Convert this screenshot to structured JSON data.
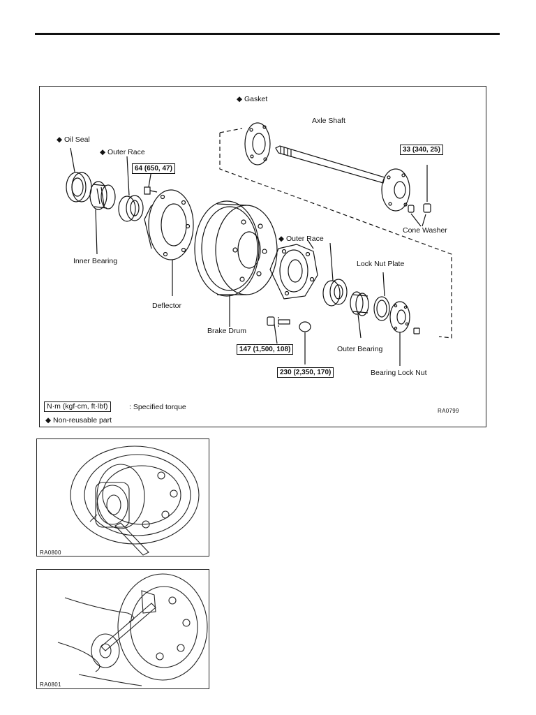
{
  "figure_main": {
    "labels": {
      "gasket": "◆ Gasket",
      "axle_shaft": "Axle Shaft",
      "oil_seal": "◆ Oil Seal",
      "outer_race_top": "◆ Outer Race",
      "inner_bearing": "Inner Bearing",
      "deflector": "Deflector",
      "brake_drum": "Brake Drum",
      "outer_race_mid": "◆ Outer Race",
      "lock_nut_plate": "Lock Nut Plate",
      "cone_washer": "Cone Washer",
      "outer_bearing": "Outer Bearing",
      "bearing_lock_nut": "Bearing Lock Nut"
    },
    "torques": {
      "bolt_64": "64 (650, 47)",
      "nut_33": "33 (340, 25)",
      "stud_147": "147 (1,500, 108)",
      "nut_230": "230 (2,350, 170)"
    },
    "legend": {
      "torque_units": "N·m (kgf·cm, ft·lbf)",
      "torque_desc": ": Specified torque",
      "nonreusable": "◆  Non-reusable part"
    },
    "code": "RA0799"
  },
  "figure_photo1": {
    "code": "RA0800"
  },
  "figure_photo2": {
    "code": "RA0801"
  }
}
